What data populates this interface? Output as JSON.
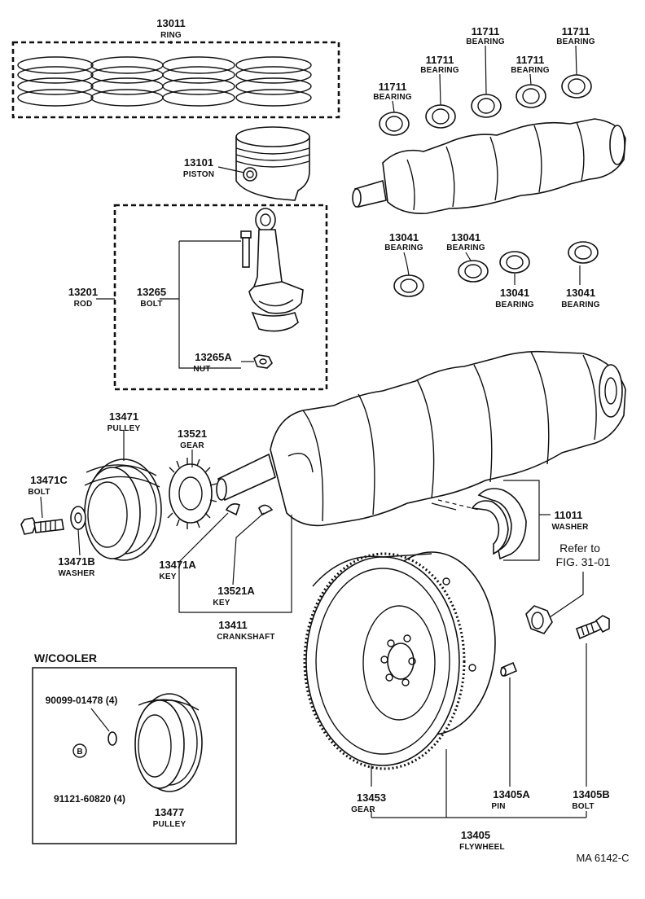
{
  "labels": {
    "ring": {
      "pn": "13011",
      "name": "RING"
    },
    "piston": {
      "pn": "13101",
      "name": "PISTON"
    },
    "rod": {
      "pn": "13201",
      "name": "ROD"
    },
    "rod_bolt": {
      "pn": "13265",
      "name": "BOLT"
    },
    "rod_nut": {
      "pn": "13265A",
      "name": "NUT"
    },
    "main_bearing_1": {
      "pn": "11711",
      "name": "BEARING"
    },
    "main_bearing_2": {
      "pn": "11711",
      "name": "BEARING"
    },
    "main_bearing_3": {
      "pn": "11711",
      "name": "BEARING"
    },
    "main_bearing_4": {
      "pn": "11711",
      "name": "BEARING"
    },
    "main_bearing_5": {
      "pn": "11711",
      "name": "BEARING"
    },
    "rod_bearing_1": {
      "pn": "13041",
      "name": "BEARING"
    },
    "rod_bearing_2": {
      "pn": "13041",
      "name": "BEARING"
    },
    "rod_bearing_3": {
      "pn": "13041",
      "name": "BEARING"
    },
    "rod_bearing_4": {
      "pn": "13041",
      "name": "BEARING"
    },
    "crank_pulley": {
      "pn": "13471",
      "name": "PULLEY"
    },
    "pulley_bolt": {
      "pn": "13471C",
      "name": "BOLT"
    },
    "pulley_washer": {
      "pn": "13471B",
      "name": "WASHER"
    },
    "timing_gear": {
      "pn": "13521",
      "name": "GEAR"
    },
    "pulley_key": {
      "pn": "13471A",
      "name": "KEY"
    },
    "gear_key": {
      "pn": "13521A",
      "name": "KEY"
    },
    "crankshaft": {
      "pn": "13411",
      "name": "CRANKSHAFT"
    },
    "thrust_washer": {
      "pn": "11011",
      "name": "WASHER"
    },
    "refer_line1": "Refer to",
    "refer_line2": "FIG. 31-01",
    "cooler_title": "W/COOLER",
    "cooler_part1": "90099-01478 (4)",
    "cooler_part2": "91121-60820 (4)",
    "cooler_callout": "B",
    "cooler_pulley": {
      "pn": "13477",
      "name": "PULLEY"
    },
    "ring_gear": {
      "pn": "13453",
      "name": "GEAR"
    },
    "flywheel_pin": {
      "pn": "13405A",
      "name": "PIN"
    },
    "flywheel_bolt": {
      "pn": "13405B",
      "name": "BOLT"
    },
    "flywheel": {
      "pn": "13405",
      "name": "FLYWHEEL"
    },
    "figure_code": "MA 6142-C"
  }
}
